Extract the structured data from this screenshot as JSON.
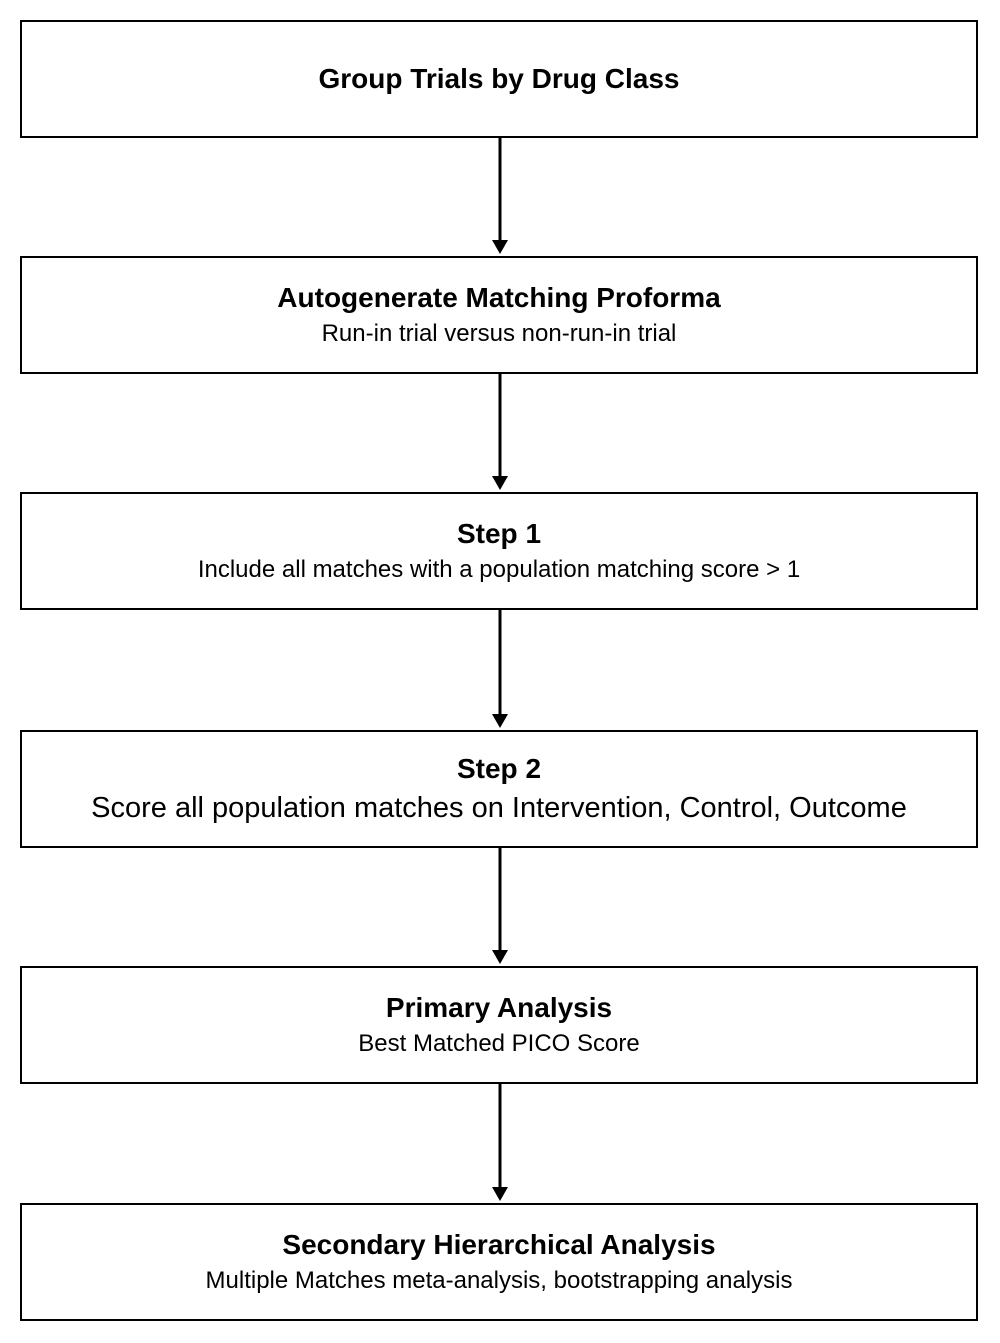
{
  "steps": [
    {
      "title": "Group Trials by Drug Class",
      "subtitle": ""
    },
    {
      "title": "Autogenerate Matching Proforma",
      "subtitle": "Run-in trial versus non-run-in trial"
    },
    {
      "title": "Step 1",
      "subtitle": "Include all matches with a population matching score > 1"
    },
    {
      "title": "Step 2",
      "subtitle": "Score all population matches on Intervention, Control, Outcome"
    },
    {
      "title": "Primary Analysis",
      "subtitle": "Best Matched PICO Score"
    },
    {
      "title": "Secondary Hierarchical Analysis",
      "subtitle": "Multiple Matches meta-analysis, bootstrapping analysis"
    }
  ],
  "colors": {
    "border": "#000000",
    "arrow": "#000000",
    "background": "#ffffff"
  }
}
